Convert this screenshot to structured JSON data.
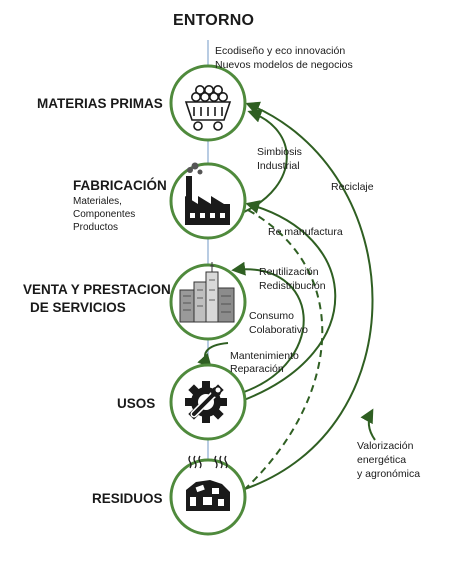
{
  "colors": {
    "circle": "#4f8a3c",
    "arrow": "#2f5f22",
    "axis": "#8aaad0",
    "icon": "#1a1a1a"
  },
  "title": "ENTORNO",
  "entorno_notes": [
    "Ecodiseño y eco innovación",
    "Nuevos modelos de negocios"
  ],
  "stages": [
    {
      "label": "MATERIAS PRIMAS",
      "icon": "mining-cart-icon"
    },
    {
      "label": "FABRICACIÓN",
      "sublabel": [
        "Materiales,",
        "Componentes",
        "Productos"
      ],
      "icon": "factory-icon"
    },
    {
      "label": [
        "VENTA Y PRESTACION",
        "DE SERVICIOS"
      ],
      "icon": "buildings-icon"
    },
    {
      "label": "USOS",
      "icon": "gear-wrench-icon"
    },
    {
      "label": "RESIDUOS",
      "icon": "waste-bin-icon"
    }
  ],
  "flows": {
    "simbiosis": [
      "Simbiosis",
      "Industrial"
    ],
    "reciclaje": "Reciclaje",
    "remanufactura": "Re manufactura",
    "reutilizacion": [
      "Reutilización",
      "Redistribución"
    ],
    "consumo": [
      "Consumo",
      "Colaborativo"
    ],
    "mantenimiento": [
      "Mantenimiento",
      "Reparación"
    ],
    "valorizacion": [
      "Valorización",
      "energética",
      "y agronómica"
    ]
  }
}
